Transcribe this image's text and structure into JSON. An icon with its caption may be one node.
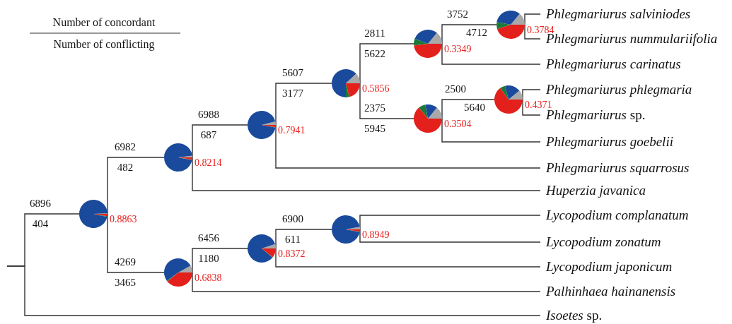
{
  "diagram": {
    "nodes": [
      {
        "text": [],
        "shape": "pie",
        "beside": [
          "6896",
          "404",
          "0.8863"
        ]
      },
      {
        "text": [],
        "shape": "pie",
        "beside": [
          "6982",
          "482",
          "0.8214"
        ]
      },
      {
        "text": [],
        "shape": "pie",
        "beside": [
          "6988",
          "687",
          "0.7941"
        ]
      },
      {
        "text": [],
        "shape": "pie",
        "beside": [
          "5607",
          "3177",
          "0.5856"
        ]
      },
      {
        "text": [],
        "shape": "pie",
        "beside": [
          "2811",
          "5622",
          "0.3349"
        ]
      },
      {
        "text": [],
        "shape": "pie",
        "beside": [
          "3752",
          "4712",
          "0.3784"
        ]
      },
      {
        "text": [
          "Phlegmariurus salviniodes"
        ]
      },
      {
        "text": [
          "Phlegmariurus nummulariifolia"
        ]
      },
      {
        "text": [
          "Phlegmariurus carinatus"
        ]
      },
      {
        "text": [],
        "shape": "pie",
        "beside": [
          "2375",
          "5945",
          "0.3504"
        ]
      },
      {
        "text": [],
        "shape": "pie",
        "beside": [
          "2500",
          "5640",
          "0.4371"
        ]
      },
      {
        "text": [
          "Phlegmariurus phlegmaria"
        ]
      },
      {
        "text": [
          "*Phlegmariurus* sp."
        ]
      },
      {
        "text": [
          "Phlegmariurus goebelii"
        ]
      },
      {
        "text": [
          "Phlegmariurus squarrosus"
        ]
      },
      {
        "text": [
          "Huperzia javanica"
        ]
      },
      {
        "text": [],
        "shape": "pie",
        "beside": [
          "4269",
          "3465",
          "0.6838"
        ]
      },
      {
        "text": [],
        "shape": "pie",
        "beside": [
          "6456",
          "1180",
          "0.8372"
        ]
      },
      {
        "text": [],
        "shape": "pie",
        "beside": [
          "6900",
          "611",
          "0.8949"
        ]
      },
      {
        "text": [
          "Lycopodium complanatum"
        ]
      },
      {
        "text": [
          "Lycopodium zonatum"
        ]
      },
      {
        "text": [
          "Lycopodium japonicum"
        ]
      },
      {
        "text": [
          "Palhinhaea hainanensis"
        ]
      },
      {
        "text": [
          "*Isoetes* sp."
        ]
      }
    ],
    "edges": [
      {
        "from": null,
        "to": 0,
        "arrow": "none"
      },
      {
        "from": null,
        "to": 23,
        "arrow": "none"
      },
      {
        "from": 0,
        "to": 1,
        "arrow": "none"
      },
      {
        "from": 0,
        "to": 16,
        "arrow": "none"
      },
      {
        "from": 1,
        "to": 2,
        "arrow": "none"
      },
      {
        "from": 1,
        "to": 15,
        "arrow": "none"
      },
      {
        "from": 2,
        "to": 3,
        "arrow": "none"
      },
      {
        "from": 2,
        "to": 14,
        "arrow": "none"
      },
      {
        "from": 3,
        "to": 4,
        "arrow": "none"
      },
      {
        "from": 3,
        "to": 9,
        "arrow": "none"
      },
      {
        "from": 4,
        "to": 5,
        "arrow": "none"
      },
      {
        "from": 4,
        "to": 8,
        "arrow": "none"
      },
      {
        "from": 5,
        "to": 6,
        "arrow": "none"
      },
      {
        "from": 5,
        "to": 7,
        "arrow": "none"
      },
      {
        "from": 9,
        "to": 10,
        "arrow": "none"
      },
      {
        "from": 9,
        "to": 13,
        "arrow": "none"
      },
      {
        "from": 10,
        "to": 11,
        "arrow": "none"
      },
      {
        "from": 10,
        "to": 12,
        "arrow": "none"
      },
      {
        "from": 16,
        "to": 17,
        "arrow": "none"
      },
      {
        "from": 16,
        "to": 22,
        "arrow": "none"
      },
      {
        "from": 17,
        "to": 18,
        "arrow": "none"
      },
      {
        "from": 17,
        "to": 21,
        "arrow": "none"
      },
      {
        "from": 18,
        "to": 19,
        "arrow": "none"
      },
      {
        "from": 18,
        "to": 20,
        "arrow": "none"
      }
    ],
    "labels": [
      "Number of concordant",
      "Number of conflicting"
    ]
  }
}
